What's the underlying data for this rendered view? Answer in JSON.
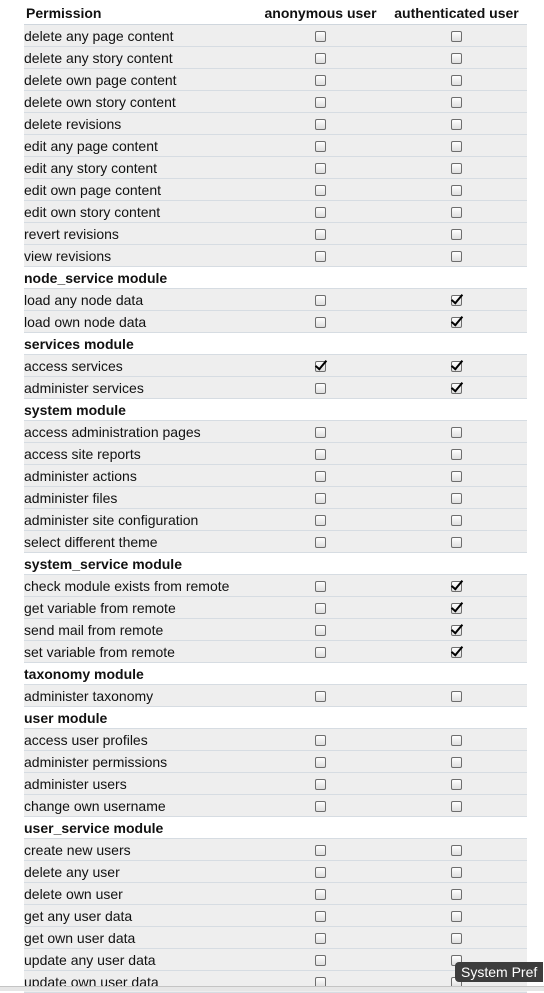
{
  "header": {
    "permission": "Permission",
    "anonymous": "anonymous user",
    "authenticated": "authenticated user"
  },
  "rows": [
    {
      "type": "perm",
      "label": "delete any page content",
      "anon": false,
      "auth": false
    },
    {
      "type": "perm",
      "label": "delete any story content",
      "anon": false,
      "auth": false
    },
    {
      "type": "perm",
      "label": "delete own page content",
      "anon": false,
      "auth": false
    },
    {
      "type": "perm",
      "label": "delete own story content",
      "anon": false,
      "auth": false
    },
    {
      "type": "perm",
      "label": "delete revisions",
      "anon": false,
      "auth": false
    },
    {
      "type": "perm",
      "label": "edit any page content",
      "anon": false,
      "auth": false
    },
    {
      "type": "perm",
      "label": "edit any story content",
      "anon": false,
      "auth": false
    },
    {
      "type": "perm",
      "label": "edit own page content",
      "anon": false,
      "auth": false
    },
    {
      "type": "perm",
      "label": "edit own story content",
      "anon": false,
      "auth": false
    },
    {
      "type": "perm",
      "label": "revert revisions",
      "anon": false,
      "auth": false
    },
    {
      "type": "perm",
      "label": "view revisions",
      "anon": false,
      "auth": false
    },
    {
      "type": "module",
      "label": "node_service module"
    },
    {
      "type": "perm",
      "label": "load any node data",
      "anon": false,
      "auth": true
    },
    {
      "type": "perm",
      "label": "load own node data",
      "anon": false,
      "auth": true
    },
    {
      "type": "module",
      "label": "services module"
    },
    {
      "type": "perm",
      "label": "access services",
      "anon": true,
      "auth": true
    },
    {
      "type": "perm",
      "label": "administer services",
      "anon": false,
      "auth": true
    },
    {
      "type": "module",
      "label": "system module"
    },
    {
      "type": "perm",
      "label": "access administration pages",
      "anon": false,
      "auth": false
    },
    {
      "type": "perm",
      "label": "access site reports",
      "anon": false,
      "auth": false
    },
    {
      "type": "perm",
      "label": "administer actions",
      "anon": false,
      "auth": false
    },
    {
      "type": "perm",
      "label": "administer files",
      "anon": false,
      "auth": false
    },
    {
      "type": "perm",
      "label": "administer site configuration",
      "anon": false,
      "auth": false
    },
    {
      "type": "perm",
      "label": "select different theme",
      "anon": false,
      "auth": false
    },
    {
      "type": "module",
      "label": "system_service module"
    },
    {
      "type": "perm",
      "label": "check module exists from remote",
      "anon": false,
      "auth": true
    },
    {
      "type": "perm",
      "label": "get variable from remote",
      "anon": false,
      "auth": true
    },
    {
      "type": "perm",
      "label": "send mail from remote",
      "anon": false,
      "auth": true
    },
    {
      "type": "perm",
      "label": "set variable from remote",
      "anon": false,
      "auth": true
    },
    {
      "type": "module",
      "label": "taxonomy module"
    },
    {
      "type": "perm",
      "label": "administer taxonomy",
      "anon": false,
      "auth": false
    },
    {
      "type": "module",
      "label": "user module"
    },
    {
      "type": "perm",
      "label": "access user profiles",
      "anon": false,
      "auth": false
    },
    {
      "type": "perm",
      "label": "administer permissions",
      "anon": false,
      "auth": false
    },
    {
      "type": "perm",
      "label": "administer users",
      "anon": false,
      "auth": false
    },
    {
      "type": "perm",
      "label": "change own username",
      "anon": false,
      "auth": false
    },
    {
      "type": "module",
      "label": "user_service module"
    },
    {
      "type": "perm",
      "label": "create new users",
      "anon": false,
      "auth": false
    },
    {
      "type": "perm",
      "label": "delete any user",
      "anon": false,
      "auth": false
    },
    {
      "type": "perm",
      "label": "delete own user",
      "anon": false,
      "auth": false
    },
    {
      "type": "perm",
      "label": "get any user data",
      "anon": false,
      "auth": false
    },
    {
      "type": "perm",
      "label": "get own user data",
      "anon": false,
      "auth": false
    },
    {
      "type": "perm",
      "label": "update any user data",
      "anon": false,
      "auth": false
    },
    {
      "type": "perm",
      "label": "update own user data",
      "anon": false,
      "auth": false
    }
  ],
  "tooltip": {
    "text": "System Pref"
  }
}
